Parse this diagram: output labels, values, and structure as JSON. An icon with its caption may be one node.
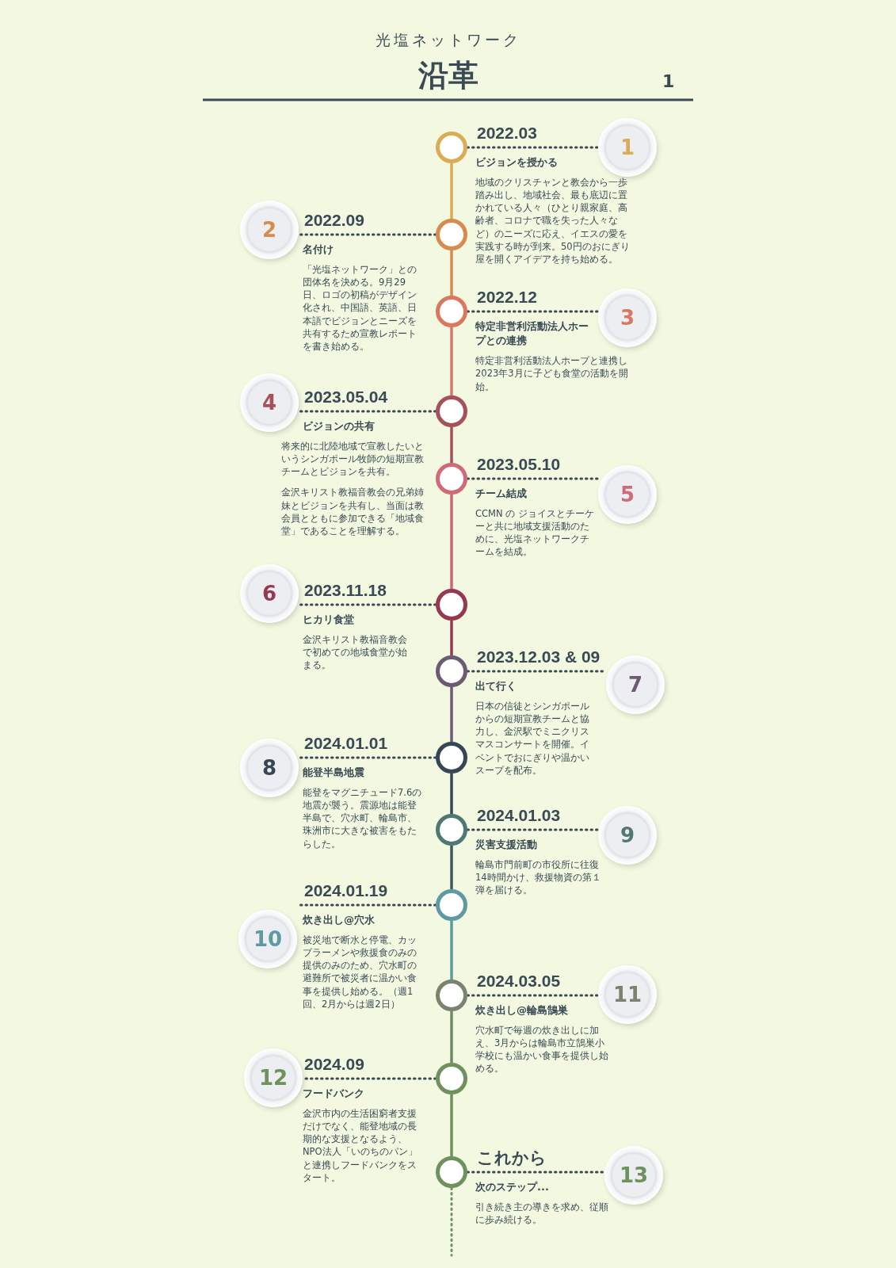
{
  "diagram": {
    "title": "沿革",
    "nodes": [
      {
        "text": [],
        "shape": "circle",
        "beside": [
          "2022.03"
        ]
      },
      {
        "text": [
          "1"
        ],
        "beside": [
          "ビジョンを授かる",
          "地域のクリスチャンと教会から一歩踏み出し、地域社会、最も底辺に置かれている人々（ひとり親家庭、高齢者、コロナで職を失った人々など）のニーズに応え、イエスの愛を実践する時が到来。50円のおにぎり屋を開くアイデアを持ち始める。"
        ]
      },
      {
        "text": [],
        "shape": "circle"
      },
      {
        "text": [
          "2"
        ],
        "beside": [
          "2022.09",
          "名付け",
          "「光塩ネットワーク」との団体名を決める。9月29日、ロゴの初稿がデザイン化され、中国語、英語、日本語でビジョンとニーズを共有するため宣教レポートを書き始める。"
        ]
      },
      {
        "text": [],
        "shape": "circle",
        "beside": [
          "2022.12"
        ]
      },
      {
        "text": [
          "3"
        ],
        "beside": [
          "特定非営利活動法人ホープとの連携",
          "特定非営利活動法人ホープと連携し2023年3月に子ども食堂の活動を開始。"
        ]
      },
      {
        "text": [],
        "shape": "circle"
      },
      {
        "text": [
          "4"
        ],
        "beside": [
          "2023.05.04",
          "ビジョンの共有",
          "将来的に北陸地域で宣教したいというシンガポール牧師の短期宣教チームとビジョンを共有。",
          "金沢キリスト教福音教会の兄弟姉妹とビジョンを共有し、当面は教会員とともに参加できる「地域食堂」であることを理解する。"
        ]
      },
      {
        "text": [],
        "shape": "circle",
        "beside": [
          "2023.05.10"
        ]
      },
      {
        "text": [
          "5"
        ],
        "beside": [
          "チーム結成",
          "CCMN の ジョイスとチーケーと共に地域支援活動のために、光塩ネットワークチームを結成。"
        ]
      },
      {
        "text": [],
        "shape": "circle"
      },
      {
        "text": [
          "6"
        ],
        "beside": [
          "2023.11.18",
          "ヒカリ食堂",
          "金沢キリスト教福音教会で初めての地域食堂が始まる。"
        ]
      },
      {
        "text": [],
        "shape": "circle",
        "beside": [
          "2023.12.03 & 09"
        ]
      },
      {
        "text": [
          "7"
        ],
        "beside": [
          "出て行く",
          "日本の信徒とシンガポールからの短期宣教チームと協力し、金沢駅でミニクリスマスコンサートを開催。イベントでおにぎりや温かいスープを配布。"
        ]
      },
      {
        "text": [],
        "shape": "circle"
      },
      {
        "text": [
          "8"
        ],
        "beside": [
          "2024.01.01",
          "能登半島地震",
          "能登をマグニチュード7.6の地震が襲う。震源地は能登半島で、穴水町、輪島市、珠洲市に大きな被害をもたらした。"
        ]
      },
      {
        "text": [],
        "shape": "circle",
        "beside": [
          "2024.01.03"
        ]
      },
      {
        "text": [
          "9"
        ],
        "beside": [
          "災害支援活動",
          "輪島市門前町の市役所に往復14時間かけ、救援物資の第１弾を届ける。"
        ]
      },
      {
        "text": [],
        "shape": "circle"
      },
      {
        "text": [
          "10"
        ],
        "beside": [
          "2024.01.19",
          "炊き出し@穴水",
          "被災地で断水と停電、カップラーメンや救援食のみの提供のみのため、穴水町の避難所で被災者に温かい食事を提供し始める。（週1回、2月からは週2日）"
        ]
      },
      {
        "text": [],
        "shape": "circle",
        "beside": [
          "2024.03.05"
        ]
      },
      {
        "text": [
          "11"
        ],
        "beside": [
          "炊き出し@輪島鵠巣",
          "穴水町で毎週の炊き出しに加え、3月からは輪島市立鵠巣小学校にも温かい食事を提供し始める。"
        ]
      },
      {
        "text": [],
        "shape": "circle"
      },
      {
        "text": [
          "12"
        ],
        "beside": [
          "2024.09",
          "フードバンク",
          "金沢市内の生活困窮者支援だけでなく、能登地域の長期的な支援となるよう、NPO法人「いのちのパン」と連携しフードバンクをスタート。"
        ]
      },
      {
        "text": [],
        "shape": "circle",
        "beside": [
          "これから"
        ]
      },
      {
        "text": [
          "13"
        ],
        "beside": [
          "次のステップ...",
          "引き続き主の導きを求め、従順に歩み続ける。"
        ]
      }
    ],
    "edges": [
      {
        "from": 0,
        "to": 1,
        "arrow": "none",
        "style": "dashed"
      },
      {
        "from": 2,
        "to": 3,
        "arrow": "none",
        "style": "dashed"
      },
      {
        "from": 4,
        "to": 5,
        "arrow": "none",
        "style": "dashed"
      },
      {
        "from": 6,
        "to": 7,
        "arrow": "none",
        "style": "dashed"
      },
      {
        "from": 8,
        "to": 9,
        "arrow": "none",
        "style": "dashed"
      },
      {
        "from": 10,
        "to": 11,
        "arrow": "none",
        "style": "dashed"
      },
      {
        "from": 12,
        "to": 13,
        "arrow": "none",
        "style": "dashed"
      },
      {
        "from": 14,
        "to": 15,
        "arrow": "none",
        "style": "dashed"
      },
      {
        "from": 16,
        "to": 17,
        "arrow": "none",
        "style": "dashed"
      },
      {
        "from": 18,
        "to": 19,
        "arrow": "none",
        "style": "dashed"
      },
      {
        "from": 20,
        "to": 21,
        "arrow": "none",
        "style": "dashed"
      },
      {
        "from": 22,
        "to": 23,
        "arrow": "none",
        "style": "dashed"
      },
      {
        "from": 24,
        "to": 25,
        "arrow": "none",
        "style": "dashed"
      },
      {
        "from": 0,
        "to": 2,
        "arrow": "none",
        "color": "#d9ad55"
      },
      {
        "from": 2,
        "to": 4,
        "arrow": "none",
        "color": "#d58c4e"
      },
      {
        "from": 4,
        "to": 6,
        "arrow": "none",
        "color": "#d67a6a"
      },
      {
        "from": 6,
        "to": 8,
        "arrow": "none",
        "color": "#a5505a"
      },
      {
        "from": 8,
        "to": 10,
        "arrow": "none",
        "color": "#c9677a"
      },
      {
        "from": 10,
        "to": 12,
        "arrow": "none",
        "color": "#96384f"
      },
      {
        "from": 12,
        "to": 14,
        "arrow": "none",
        "color": "#6d5a75"
      },
      {
        "from": 14,
        "to": 16,
        "arrow": "none",
        "color": "#374655"
      },
      {
        "from": 16,
        "to": 18,
        "arrow": "none",
        "color": "#3f5a5c"
      },
      {
        "from": 18,
        "to": 20,
        "arrow": "none",
        "color": "#5f9aa2"
      },
      {
        "from": 20,
        "to": 22,
        "arrow": "none",
        "color": "#6f8a66"
      },
      {
        "from": 22,
        "to": 24,
        "arrow": "none",
        "color": "#6f915d"
      },
      {
        "from": 24,
        "to": null,
        "arrow": "none",
        "style": "dashed",
        "color": "#6f915d"
      }
    ],
    "labels": [
      "光塩ネットワーク",
      "1"
    ]
  }
}
